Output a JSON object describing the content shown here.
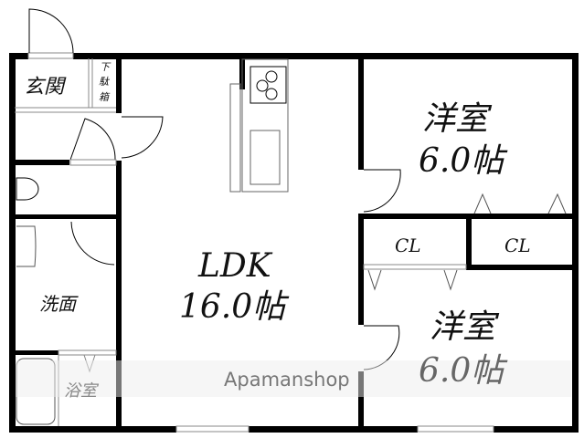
{
  "rooms": {
    "entrance": "玄関",
    "shoe_box": [
      "下",
      "駄",
      "箱"
    ],
    "ldk_name": "LDK",
    "ldk_size": "16.0帖",
    "western1_name": "洋室",
    "western1_size": "6.0帖",
    "western2_name": "洋室",
    "western2_size": "6.0帖",
    "closet1": "CL",
    "closet2": "CL",
    "washroom": "洗面",
    "bathroom": "浴室"
  },
  "watermark": "Apamanshop",
  "colors": {
    "wall": "#000000",
    "watermark": "#777777"
  }
}
